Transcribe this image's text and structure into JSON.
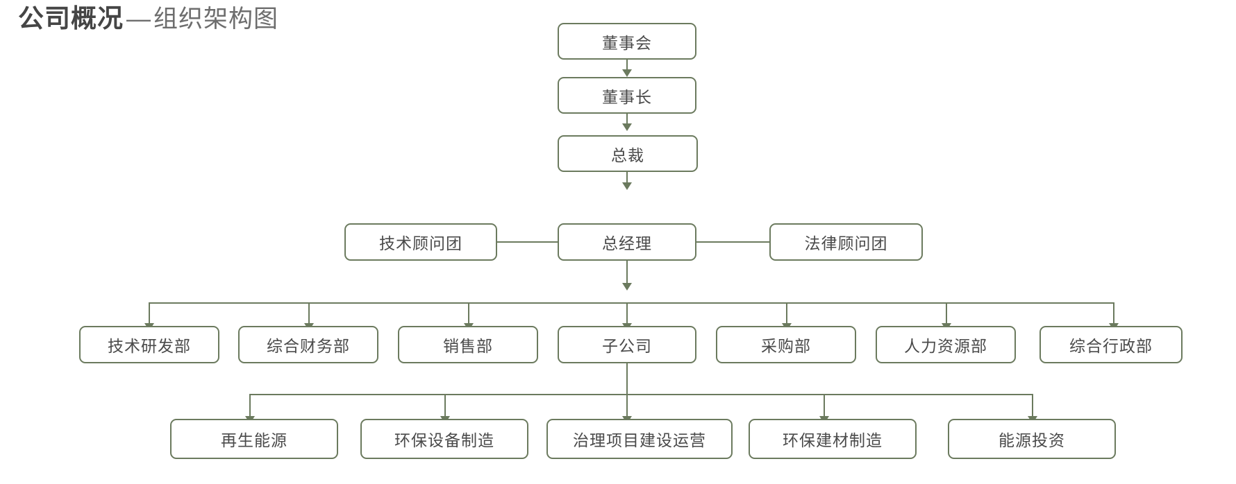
{
  "title": {
    "main": "公司概况",
    "separator": "—",
    "sub": "组织架构图"
  },
  "colors": {
    "border": "#6b7a5e",
    "node_text": "#4a4a4a",
    "title_main": "#454545",
    "title_sub": "#6d6d6d",
    "background": "#ffffff"
  },
  "chart_data": {
    "type": "diagram",
    "diagram_kind": "org-chart",
    "title": "公司概况 — 组织架构图",
    "orientation": "top-down",
    "levels": [
      {
        "level": 0,
        "nodes": [
          "董事会"
        ]
      },
      {
        "level": 1,
        "nodes": [
          "董事长"
        ]
      },
      {
        "level": 2,
        "nodes": [
          "总裁"
        ]
      },
      {
        "level": 3,
        "nodes": [
          "技术顾问团",
          "总经理",
          "法律顾问团"
        ]
      },
      {
        "level": 4,
        "nodes": [
          "技术研发部",
          "综合财务部",
          "销售部",
          "子公司",
          "采购部",
          "人力资源部",
          "综合行政部"
        ]
      },
      {
        "level": 5,
        "nodes": [
          "再生能源",
          "环保设备制造",
          "治理项目建设运营",
          "环保建材制造",
          "能源投资"
        ]
      }
    ],
    "edges": [
      {
        "from": "董事会",
        "to": "董事长",
        "style": "arrow"
      },
      {
        "from": "董事长",
        "to": "总裁",
        "style": "arrow"
      },
      {
        "from": "总裁",
        "to": "总经理",
        "style": "arrow"
      },
      {
        "from": "总经理",
        "to": "技术顾问团",
        "style": "line"
      },
      {
        "from": "总经理",
        "to": "法律顾问团",
        "style": "line"
      },
      {
        "from": "总经理",
        "to": "技术研发部",
        "style": "arrow"
      },
      {
        "from": "总经理",
        "to": "综合财务部",
        "style": "arrow"
      },
      {
        "from": "总经理",
        "to": "销售部",
        "style": "arrow"
      },
      {
        "from": "总经理",
        "to": "子公司",
        "style": "arrow"
      },
      {
        "from": "总经理",
        "to": "采购部",
        "style": "arrow"
      },
      {
        "from": "总经理",
        "to": "人力资源部",
        "style": "arrow"
      },
      {
        "from": "总经理",
        "to": "综合行政部",
        "style": "arrow"
      },
      {
        "from": "子公司",
        "to": "再生能源",
        "style": "arrow"
      },
      {
        "from": "子公司",
        "to": "环保设备制造",
        "style": "arrow"
      },
      {
        "from": "子公司",
        "to": "治理项目建设运营",
        "style": "arrow"
      },
      {
        "from": "子公司",
        "to": "环保建材制造",
        "style": "arrow"
      },
      {
        "from": "子公司",
        "to": "能源投资",
        "style": "arrow"
      }
    ]
  },
  "nodes": {
    "board": "董事会",
    "chairman": "董事长",
    "president": "总裁",
    "tech_advisory": "技术顾问团",
    "general_manager": "总经理",
    "legal_advisory": "法律顾问团",
    "dept_rd": "技术研发部",
    "dept_finance": "综合财务部",
    "dept_sales": "销售部",
    "dept_subsidiary": "子公司",
    "dept_procurement": "采购部",
    "dept_hr": "人力资源部",
    "dept_admin": "综合行政部",
    "sub_renewable": "再生能源",
    "sub_equipment": "环保设备制造",
    "sub_project": "治理项目建设运营",
    "sub_materials": "环保建材制造",
    "sub_investment": "能源投资"
  }
}
